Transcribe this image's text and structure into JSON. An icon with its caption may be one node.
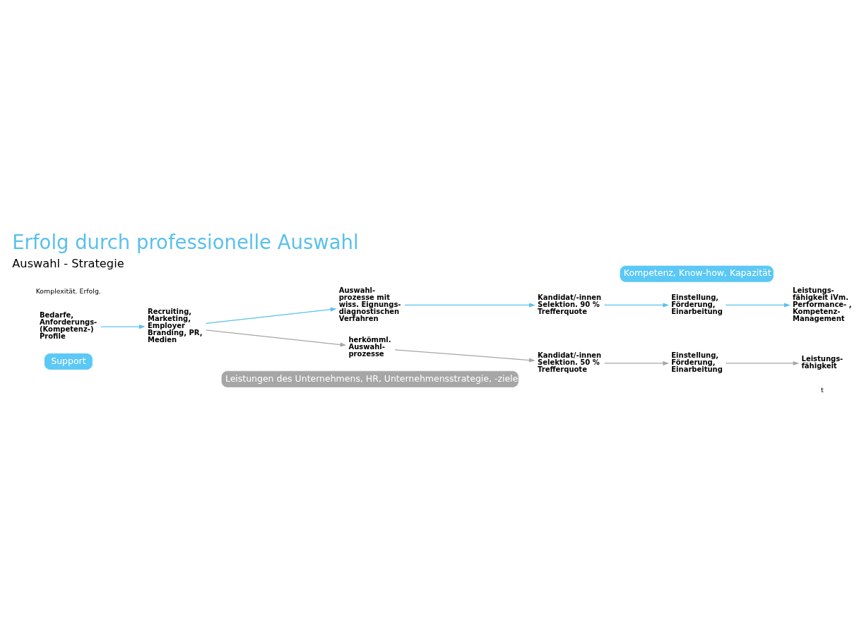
{
  "diagram": {
    "title": "Erfolg durch professionelle Auswahl",
    "nodes": [
      {
        "text": [
          "Bedarfe, Anforderungs- (Kompetenz-) Profile"
        ]
      },
      {
        "text": [
          "Recruiting, Marketing, Employer Branding, PR, Medien"
        ]
      },
      {
        "text": [
          "Auswahl- prozesse mit wiss. Eignungs- diagnostischen Verfahren"
        ]
      },
      {
        "text": [
          "herkömml. Auswahl- prozesse"
        ]
      },
      {
        "text": [
          "Kandidat/-innen Selektion. 90 % Trefferquote"
        ]
      },
      {
        "text": [
          "Kandidat/-innen Selektion. 50 % Trefferquote"
        ]
      },
      {
        "text": [
          "Einstellung, Förderung, Einarbeitung"
        ]
      },
      {
        "text": [
          "Einstellung, Förderung, Einarbeitung"
        ]
      },
      {
        "text": [
          "Leistungs- fähigkeit iVm. Performance- , Kompetenz- Management"
        ]
      },
      {
        "text": [
          "Leistungs- fähigkeit"
        ]
      },
      {
        "text": [
          "Support"
        ]
      },
      {
        "text": [
          "Kompetenz, Know-how, Kapazität"
        ]
      },
      {
        "text": [
          "Leistungen des Unternehmens, HR, Unternehmensstrategie, -ziele"
        ]
      }
    ],
    "edges": [
      {
        "from": 0,
        "to": 1,
        "arrow": "to"
      },
      {
        "from": 1,
        "to": 2,
        "arrow": "to"
      },
      {
        "from": 1,
        "to": 3,
        "arrow": "to",
        "color": "#a6a6a6"
      },
      {
        "from": 2,
        "to": 4,
        "arrow": "to"
      },
      {
        "from": 4,
        "to": 6,
        "arrow": "to"
      },
      {
        "from": 6,
        "to": 8,
        "arrow": "to"
      },
      {
        "from": 3,
        "to": 5,
        "arrow": "to",
        "color": "#a6a6a6"
      },
      {
        "from": 5,
        "to": 7,
        "arrow": "to",
        "color": "#a6a6a6"
      },
      {
        "from": 7,
        "to": 9,
        "arrow": "to",
        "color": "#a6a6a6"
      }
    ],
    "labels": [
      "Auswahl - Strategie",
      "Komplexität. Erfolg.",
      "t"
    ]
  }
}
